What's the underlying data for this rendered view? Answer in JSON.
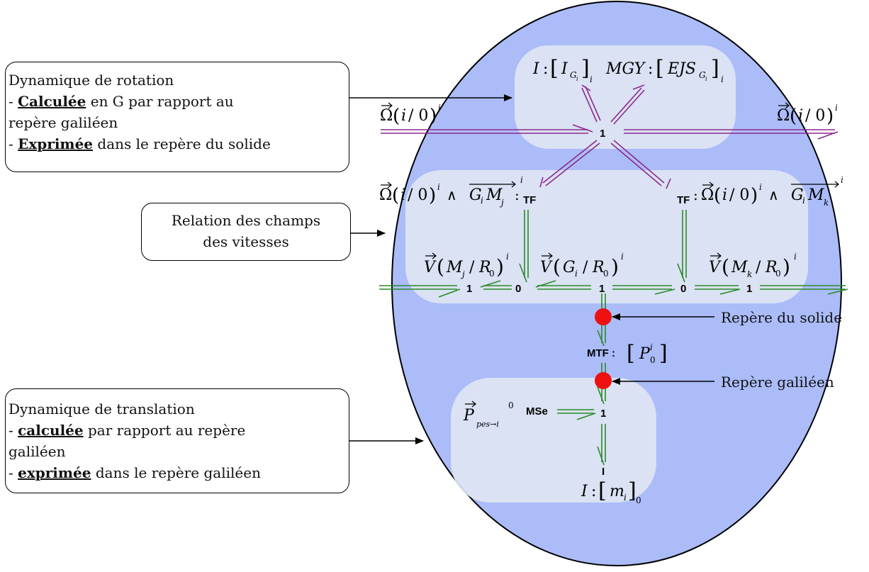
{
  "callouts": {
    "rotation": {
      "line1": "Dynamique de rotation",
      "line2_prefix": "- ",
      "line2_bold": "Calculée",
      "line2_rest": " en G par rapport au",
      "line3": "repère galiléen",
      "line4_prefix": "- ",
      "line4_bold": "Exprimée",
      "line4_rest": " dans le repère du solide"
    },
    "relation": {
      "line1": "Relation des champs",
      "line2": "des vitesses"
    },
    "translation": {
      "line1": "Dynamique de translation",
      "line2_prefix": "- ",
      "line2_bold": "calculée",
      "line2_rest": " par rapport au repère",
      "line3": "galiléen",
      "line4_prefix": "- ",
      "line4_bold": "exprimée",
      "line4_rest": " dans le repère galiléen"
    }
  },
  "side_labels": {
    "solid_frame": "Repère du solide",
    "galilean_frame": "Repère galiléen"
  },
  "nodes": {
    "junction_1": "1",
    "junction_0": "0",
    "tf": "TF",
    "mtf": "MTF :",
    "mse": "MSe",
    "inertia": "I"
  },
  "colors": {
    "ellipse_fill": "#abbcf9",
    "panel_fill": "#dde5f2",
    "rotation_bond": "#8b2a8f",
    "translation_bond": "#2a8a2a",
    "frame_marker": "#ee1111"
  }
}
